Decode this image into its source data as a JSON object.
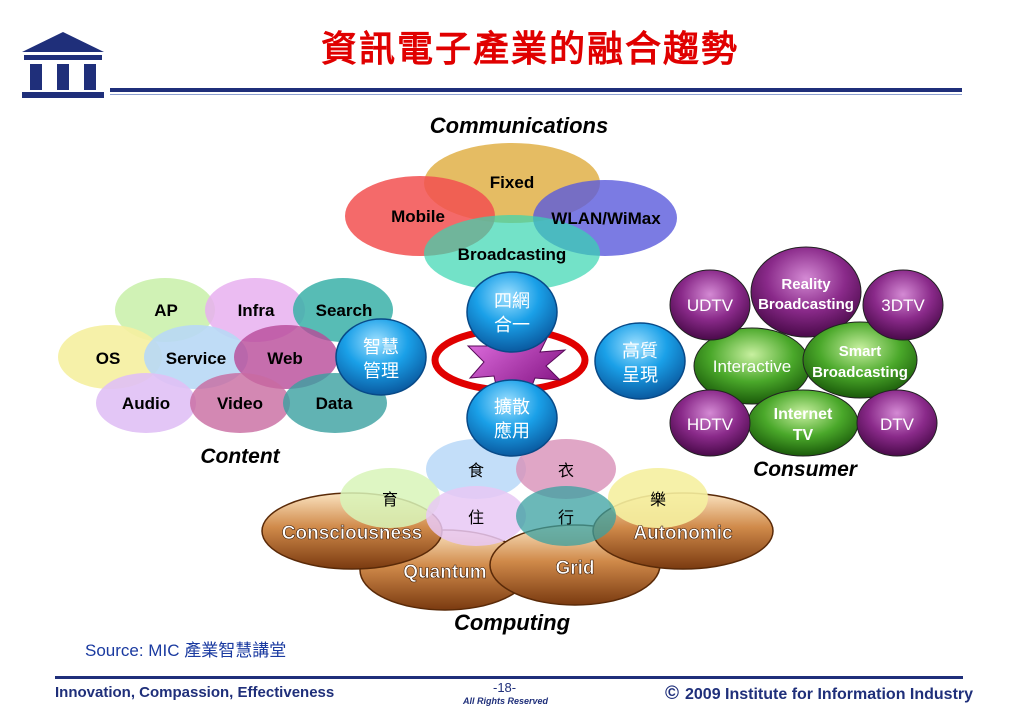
{
  "header": {
    "title": "資訊電子產業的融合趨勢",
    "logo_text": "III"
  },
  "footer": {
    "motto": "Innovation, Compassion, Effectiveness",
    "page": "-18-",
    "rights": "All Rights Reserved",
    "copyright_symbol": "©",
    "copyright": "2009 Institute for Information Industry"
  },
  "source": "Source: MIC 產業智慧講堂",
  "diagram": {
    "communications": {
      "label": "Communications",
      "items": [
        "Fixed",
        "Mobile",
        "WLAN/WiMax",
        "Broadcasting"
      ]
    },
    "content": {
      "label": "Content",
      "items": [
        "AP",
        "Infra",
        "Search",
        "OS",
        "Service",
        "Web",
        "Audio",
        "Video",
        "Data"
      ]
    },
    "consumer": {
      "label": "Consumer",
      "items": [
        "Reality",
        "Broadcasting",
        "UDTV",
        "3DTV",
        "Interactive",
        "Smart",
        "Broadcasting",
        "HDTV",
        "Internet",
        "TV",
        "DTV"
      ]
    },
    "computing": {
      "label": "Computing",
      "items": [
        "Consciousness",
        "Autonomic",
        "Quantum",
        "Grid"
      ]
    },
    "life": [
      "食",
      "衣",
      "育",
      "樂",
      "住",
      "行"
    ],
    "hubs": [
      {
        "line1": "四網",
        "line2": "合一"
      },
      {
        "line1": "智慧",
        "line2": "管理"
      },
      {
        "line1": "高質",
        "line2": "呈現"
      },
      {
        "line1": "擴散",
        "line2": "應用"
      }
    ]
  },
  "colors": {
    "title": "#e00000",
    "navy": "#1f2f7a",
    "hub": "#1aa0e8",
    "purple": "#7a1a7a",
    "green": "#3a9a2a",
    "brown": "#b0662a",
    "ring": "#e00000"
  }
}
